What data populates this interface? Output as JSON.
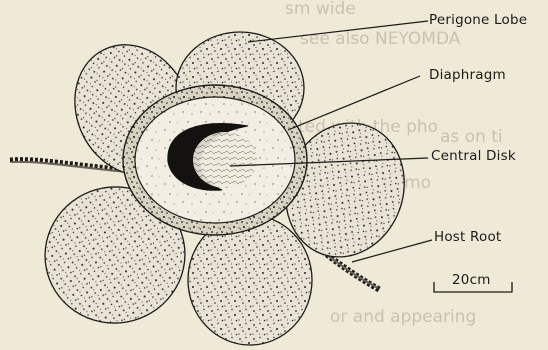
{
  "labels": {
    "perigone_lobe": "Perigone Lobe",
    "diaphragm": "Diaphragm",
    "central_disk": "Central Disk",
    "host_root": "Host Root"
  },
  "scale_bar": {
    "text": "20cm"
  },
  "background_text": [
    "sm wide",
    "see also NEYOMDA",
    "ted with the pho",
    "as on  ti",
    "ositioned in mo",
    "or and appearing"
  ],
  "colors": {
    "paper": "#efe9d8",
    "ink": "#1d1b18",
    "petal": "#e7e2d3",
    "faint_text": "#c9c2b0"
  }
}
